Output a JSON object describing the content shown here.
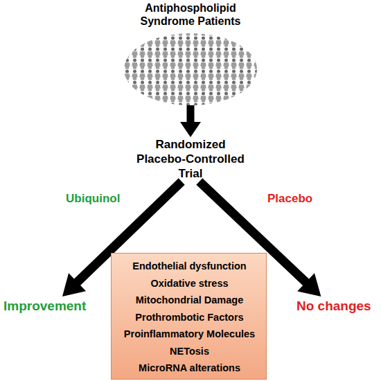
{
  "diagram": {
    "nodes": [
      {
        "text": [
          "Antiphospholipid Syndrome Patients"
        ]
      },
      {
        "text": [
          "Randomized Placebo-Controlled Trial"
        ]
      },
      {
        "text": [
          "Improvement"
        ]
      },
      {
        "text": [
          "No changes"
        ]
      },
      {
        "text": [
          "Endothelial dysfunction",
          "Oxidative stress",
          "Mitochondrial Damage",
          "Prothrombotic Factors",
          "Proinflammatory Molecules",
          "NETosis",
          "MicroRNA alterations"
        ]
      }
    ],
    "edges": [
      {
        "from": 0,
        "to": 1,
        "arrow": "to"
      },
      {
        "from": 1,
        "to": 2,
        "label": "Ubiquinol",
        "arrow": "to"
      },
      {
        "from": 1,
        "to": 3,
        "label": "Placebo",
        "arrow": "to"
      }
    ]
  }
}
